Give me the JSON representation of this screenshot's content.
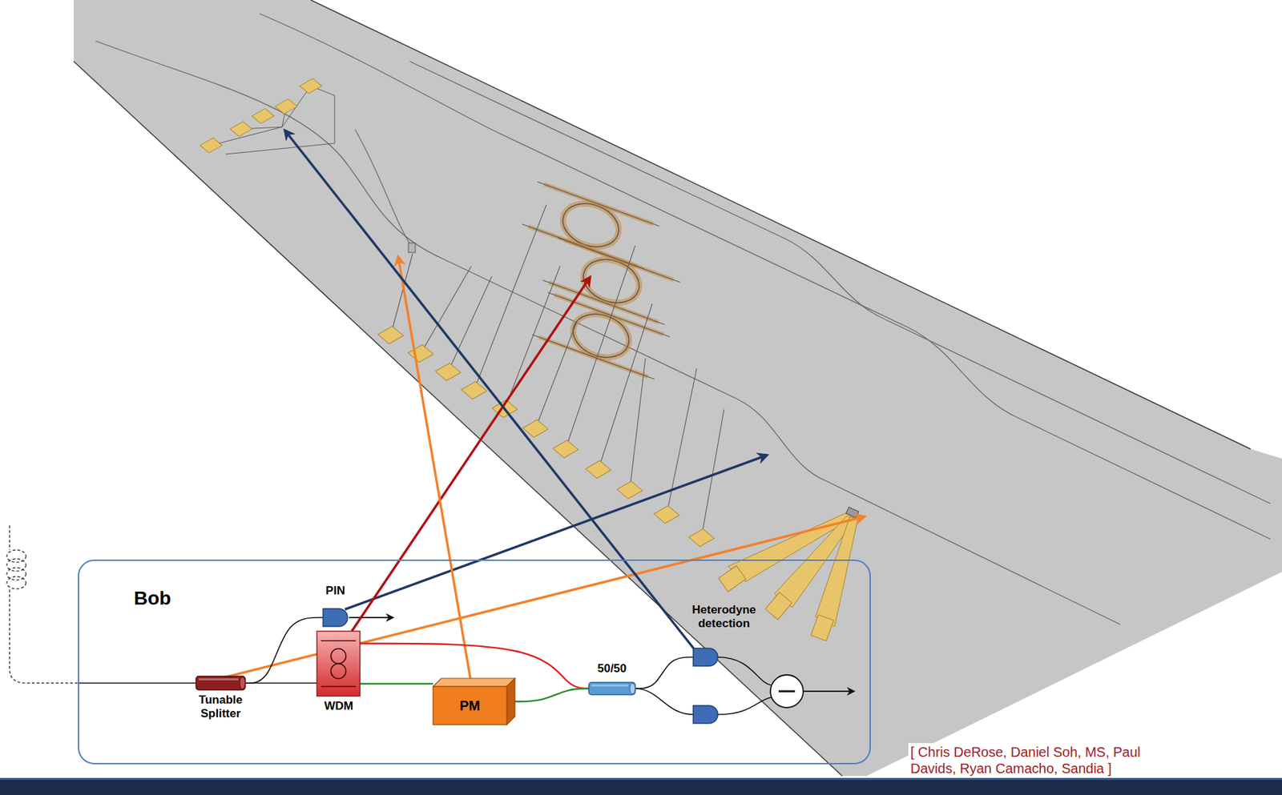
{
  "diagram": {
    "nodes": [
      {
        "text": [
          "Bob"
        ]
      },
      {
        "text": [
          "PIN"
        ],
        "in": 0
      },
      {
        "text": [
          "Tunable Splitter"
        ],
        "in": 0
      },
      {
        "text": [
          "WDM"
        ],
        "in": 0
      },
      {
        "text": [
          "PM"
        ],
        "in": 0
      },
      {
        "text": [
          "50/50"
        ],
        "in": 0
      },
      {
        "text": [
          "Heterodyne detection"
        ],
        "in": 0
      }
    ],
    "edges": [
      {
        "from": 2,
        "to": 1,
        "arrow": "none"
      },
      {
        "from": 2,
        "to": 3,
        "arrow": "none"
      },
      {
        "from": 3,
        "to": 5,
        "arrow": "none"
      },
      {
        "from": 3,
        "to": 4,
        "arrow": "none"
      },
      {
        "from": 4,
        "to": 5,
        "arrow": "none"
      },
      {
        "from": 5,
        "to": 6,
        "arrow": "none"
      }
    ],
    "labels": [
      "[ Chris DeRose, Daniel Soh, MS, Paul Davids, Ryan Camacho, Sandia ]"
    ]
  }
}
